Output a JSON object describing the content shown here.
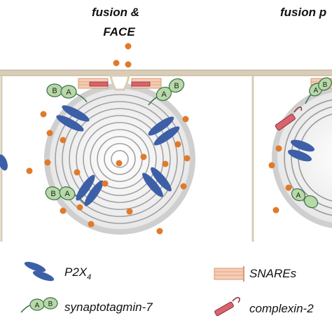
{
  "panels": [
    {
      "title_line1": "fusion &",
      "title_line2": "FACE"
    },
    {
      "title_line1": "fusion p"
    }
  ],
  "domains": {
    "a": "A",
    "b": "B"
  },
  "legend": {
    "p2x4": "P2X",
    "p2x4_sub": "4",
    "synaptotagmin": "synaptotagmin-7",
    "snares": "SNAREs",
    "complexin": "complexin-2"
  },
  "colors": {
    "membrane": "#d9cdb8",
    "p2x4": "#3d5fa8",
    "synaptotagmin": "#b7d8a7",
    "synaptotagmin_border": "#3d6f47",
    "snare": "#f6cdb3",
    "complexin": "#d9646d",
    "cargo": "#e07a2b",
    "vesicle_ring": "#8f8f8f"
  }
}
